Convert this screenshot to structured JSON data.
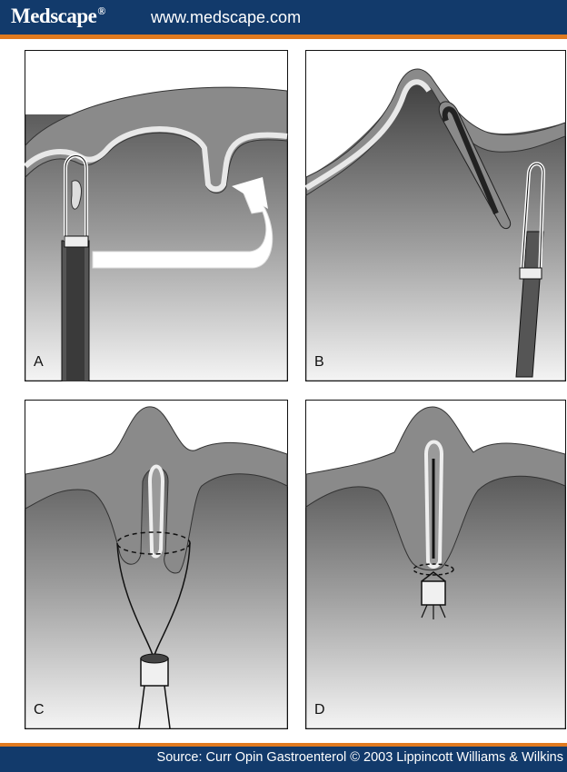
{
  "header": {
    "logo_text": "Medscape",
    "logo_reg": "®",
    "url": "www.medscape.com"
  },
  "panels": [
    {
      "id": "A",
      "label": "A"
    },
    {
      "id": "B",
      "label": "B"
    },
    {
      "id": "C",
      "label": "C"
    },
    {
      "id": "D",
      "label": "D"
    }
  ],
  "footer": {
    "source": "Source: Curr Opin Gastroenterol © 2003 Lippincott Williams & Wilkins"
  },
  "colors": {
    "header_bg": "#123a6b",
    "accent": "#e07a1f",
    "tissue": "#8a8a8a",
    "mucosa": "#d9d9d9"
  }
}
